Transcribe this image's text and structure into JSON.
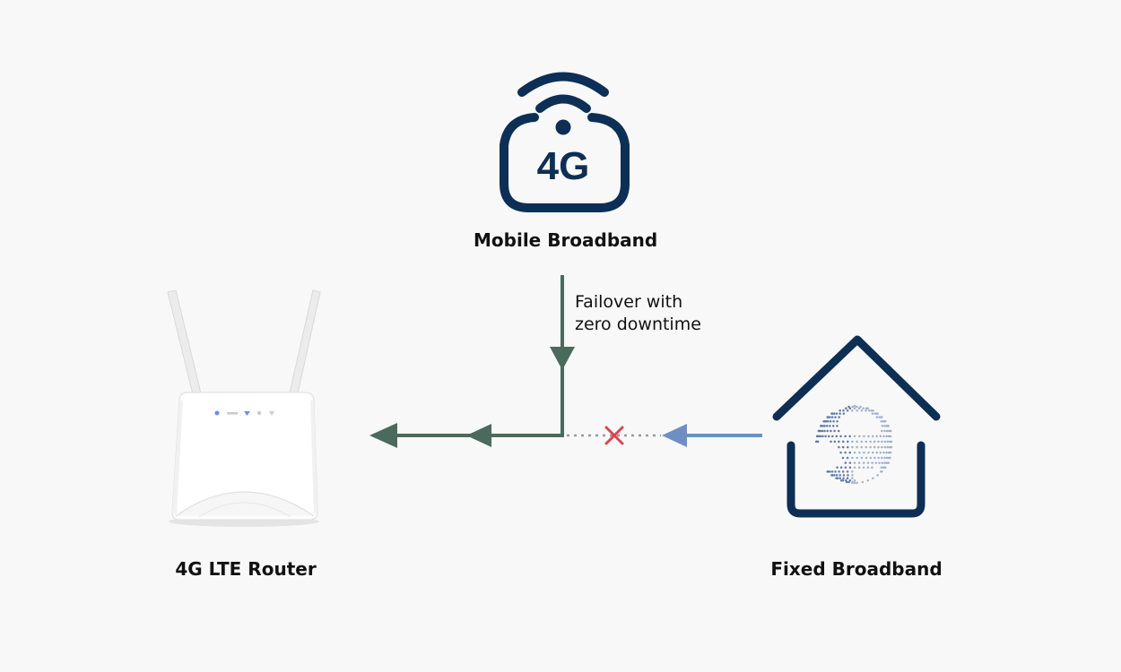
{
  "nodes": {
    "mobile": {
      "label": "Mobile Broadband",
      "icon_text": "4G"
    },
    "router": {
      "label": "4G LTE Router"
    },
    "fixed": {
      "label": "Fixed Broadband"
    }
  },
  "failover_note": {
    "line1": "Failover with",
    "line2": "zero downtime"
  },
  "colors": {
    "background": "#f8f8f8",
    "navy": "#0d2f55",
    "green_arrow": "#4b6a5e",
    "blue_arrow": "#6f8fc4",
    "dotted_line": "#9a9a9a",
    "fail_x": "#e0424f",
    "router_body": "#ffffff"
  }
}
